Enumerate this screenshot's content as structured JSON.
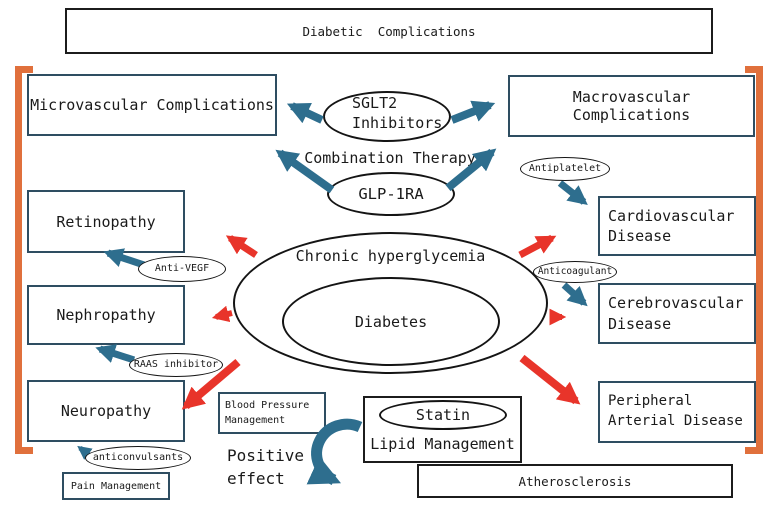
{
  "colors": {
    "arrow_blue": "#2e6e8e",
    "arrow_red": "#e8342a",
    "bracket_orange": "#e0703c",
    "box_border_slate": "#2e4d61",
    "box_border_dark": "#1c1c1c"
  },
  "header": {
    "title": "Diabetic  Complications"
  },
  "left": {
    "group_label": "Microvascular Complications",
    "items": [
      {
        "label": "Retinopathy"
      },
      {
        "label": "Nephropathy"
      },
      {
        "label": "Neuropathy"
      }
    ],
    "treatments": [
      {
        "label": "Anti-VEGF"
      },
      {
        "label": "RAAS inhibitor"
      },
      {
        "label": "anticonvulsants"
      }
    ],
    "pain_management": "Pain Management"
  },
  "right": {
    "group_label": "Macrovascular Complications",
    "items": [
      {
        "line1": "Cardiovascular",
        "line2": "Disease"
      },
      {
        "line1": "Cerebrovascular",
        "line2": "Disease"
      },
      {
        "line1": "Peripheral",
        "line2": "Arterial Disease"
      }
    ],
    "treatments": [
      {
        "label": "Antiplatelet"
      },
      {
        "label": "Anticoagulant"
      }
    ],
    "atherosclerosis": "Atherosclerosis"
  },
  "center": {
    "sglt2_line1": "SGLT2",
    "sglt2_line2": "Inhibitors",
    "combination_therapy": "Combination Therapy",
    "glp1ra": "GLP-1RA",
    "outer_ellipse": "Chronic hyperglycemia",
    "inner_ellipse": "Diabetes"
  },
  "bottom": {
    "blood_pressure_line1": "Blood Pressure",
    "blood_pressure_line2": "Management",
    "positive_effect_line1": "Positive",
    "positive_effect_line2": "effect",
    "statin": "Statin",
    "lipid_management": "Lipid Management"
  }
}
